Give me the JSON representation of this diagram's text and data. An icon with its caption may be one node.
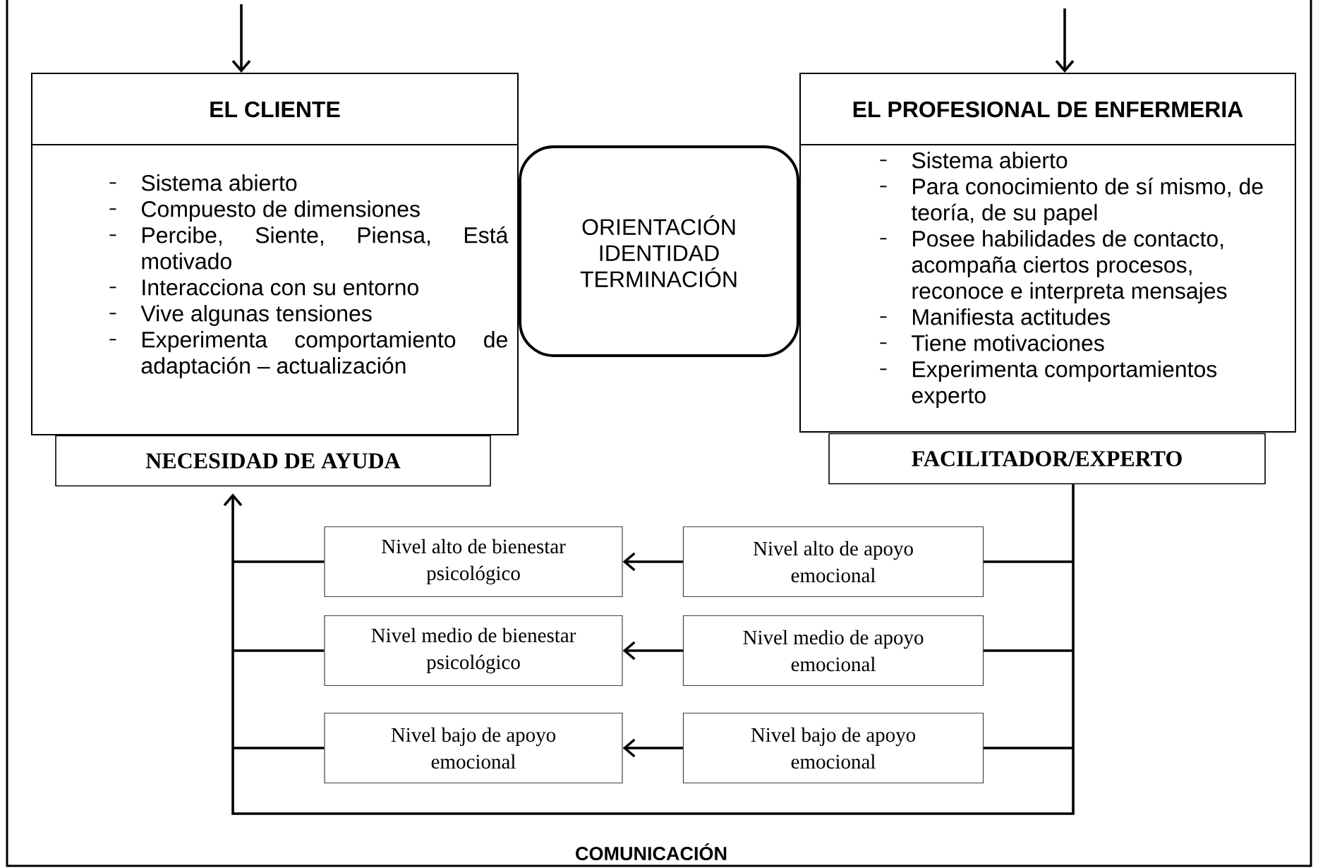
{
  "diagram": {
    "nodes": [
      {
        "text": [
          "EL CLIENTE",
          "Sistema abierto",
          "Compuesto de dimensiones",
          "Percibe, Siente, Piensa, Está motivado",
          "Interacciona con su entorno",
          "Vive algunas tensiones",
          "Experimenta comportamiento de adaptación – actualización"
        ]
      },
      {
        "text": [
          "EL PROFESIONAL DE ENFERMERIA",
          "Sistema abierto",
          "Para conocimiento de sí mismo, de teoría, de su papel",
          "Posee habilidades de contacto, acompaña ciertos procesos, reconoce e interpreta mensajes",
          "Manifiesta actitudes",
          "Tiene motivaciones",
          "Experimenta comportamientos experto"
        ]
      },
      {
        "text": [
          "ORIENTACIÓN",
          "IDENTIDAD",
          "TERMINACIÓN"
        ]
      },
      {
        "text": [
          "NECESIDAD DE AYUDA"
        ]
      },
      {
        "text": [
          "FACILITADOR/EXPERTO"
        ]
      },
      {
        "text": [
          "Nivel alto de bienestar psicológico"
        ]
      },
      {
        "text": [
          "Nivel alto de apoyo emocional"
        ]
      },
      {
        "text": [
          "Nivel medio de bienestar psicológico"
        ]
      },
      {
        "text": [
          "Nivel medio de apoyo emocional"
        ]
      },
      {
        "text": [
          "Nivel bajo de apoyo emocional"
        ]
      },
      {
        "text": [
          "Nivel bajo de apoyo emocional"
        ]
      }
    ],
    "edges": [
      {
        "from": null,
        "to": 0,
        "arrow": "to"
      },
      {
        "from": null,
        "to": 1,
        "arrow": "to"
      },
      {
        "from": 6,
        "to": 5,
        "arrow": "to"
      },
      {
        "from": 8,
        "to": 7,
        "arrow": "to"
      },
      {
        "from": 10,
        "to": 9,
        "arrow": "to"
      },
      {
        "from": 4,
        "to": 3,
        "arrow": "to"
      },
      {
        "from": 6,
        "to": 3,
        "arrow": "to"
      },
      {
        "from": 8,
        "to": 3,
        "arrow": "to"
      },
      {
        "from": 10,
        "to": 3,
        "arrow": "to"
      },
      {
        "from": 5,
        "to": 3,
        "arrow": "to"
      },
      {
        "from": 7,
        "to": 3,
        "arrow": "to"
      },
      {
        "from": 9,
        "to": 3,
        "arrow": "to"
      }
    ],
    "labels": [
      "COMUNICACIÓN"
    ]
  }
}
